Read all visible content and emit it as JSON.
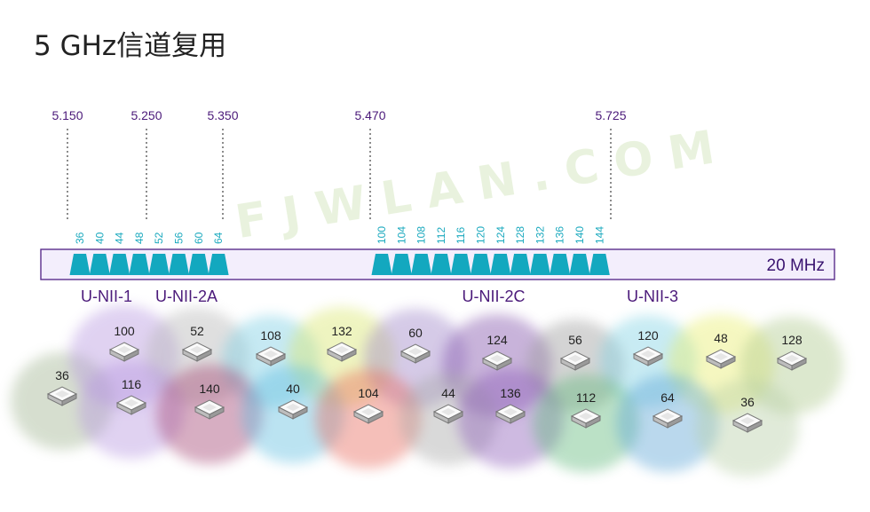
{
  "title": "5 GHz信道复用",
  "watermark": "FJWLAN.COM",
  "bandwidth_label": "20 MHz",
  "frequencies": [
    "5.150",
    "5.250",
    "5.350",
    "5.470",
    "5.725"
  ],
  "channel_groups": [
    {
      "channels": [
        "36",
        "40",
        "44",
        "48",
        "52",
        "56",
        "60",
        "64"
      ]
    },
    {
      "channels": [
        "100",
        "104",
        "108",
        "112",
        "116",
        "120",
        "124",
        "128",
        "132",
        "136",
        "140",
        "144"
      ]
    }
  ],
  "bands": [
    "U-NII-1",
    "U-NII-2A",
    "U-NII-2C",
    "U-NII-3"
  ],
  "colors": {
    "channel_fill": "#13a8bf",
    "strip_fill": "#f3eefc",
    "strip_border": "#5a2d8c",
    "text_purple": "#4b1a7a"
  },
  "aps": [
    {
      "label": "36",
      "color": "#9fb38f"
    },
    {
      "label": "100",
      "color": "#b695e0"
    },
    {
      "label": "52",
      "color": "#b5b5b5"
    },
    {
      "label": "108",
      "color": "#78cde3"
    },
    {
      "label": "132",
      "color": "#d9e66a"
    },
    {
      "label": "60",
      "color": "#9c83c7"
    },
    {
      "label": "124",
      "color": "#7e4da8"
    },
    {
      "label": "56",
      "color": "#9a9a9a"
    },
    {
      "label": "120",
      "color": "#7ed1e3"
    },
    {
      "label": "48",
      "color": "#e8ee6a"
    },
    {
      "label": "128",
      "color": "#aec98c"
    },
    {
      "label": "116",
      "color": "#b695e0"
    },
    {
      "label": "140",
      "color": "#a2406f"
    },
    {
      "label": "40",
      "color": "#5fbde0"
    },
    {
      "label": "104",
      "color": "#e8675a"
    },
    {
      "label": "44",
      "color": "#a7a7a7"
    },
    {
      "label": "136",
      "color": "#8c5bb9"
    },
    {
      "label": "112",
      "color": "#5fb87a"
    },
    {
      "label": "64",
      "color": "#5ca4d6"
    },
    {
      "label": "36",
      "color": "#b7cfa6"
    }
  ]
}
